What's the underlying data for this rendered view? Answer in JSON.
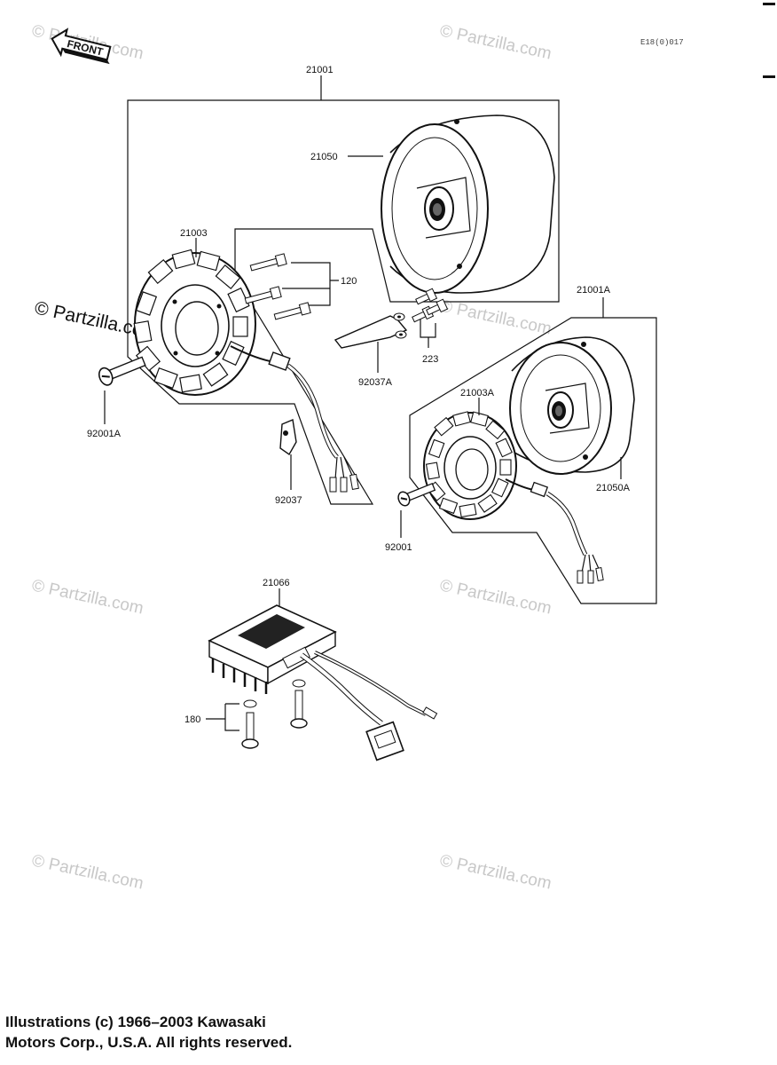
{
  "diagram": {
    "front_arrow": "FRONT",
    "drawing_code": "E18(0)017",
    "parts": {
      "p21001": "21001",
      "p21050": "21050",
      "p21003": "21003",
      "p120": "120",
      "p92001A": "92001A",
      "p92037A": "92037A",
      "p223": "223",
      "p92037": "92037",
      "p21001A": "21001A",
      "p21003A": "21003A",
      "p21050A": "21050A",
      "p92001": "92001",
      "p21066": "21066",
      "p180": "180"
    },
    "watermarks": {
      "short": "© Partzilla.com",
      "dark": "© Partzilla.com"
    }
  },
  "footer": {
    "line1": "Illustrations (c) 1966–2003 Kawasaki",
    "line2": "Motors Corp., U.S.A.  All rights reserved."
  }
}
